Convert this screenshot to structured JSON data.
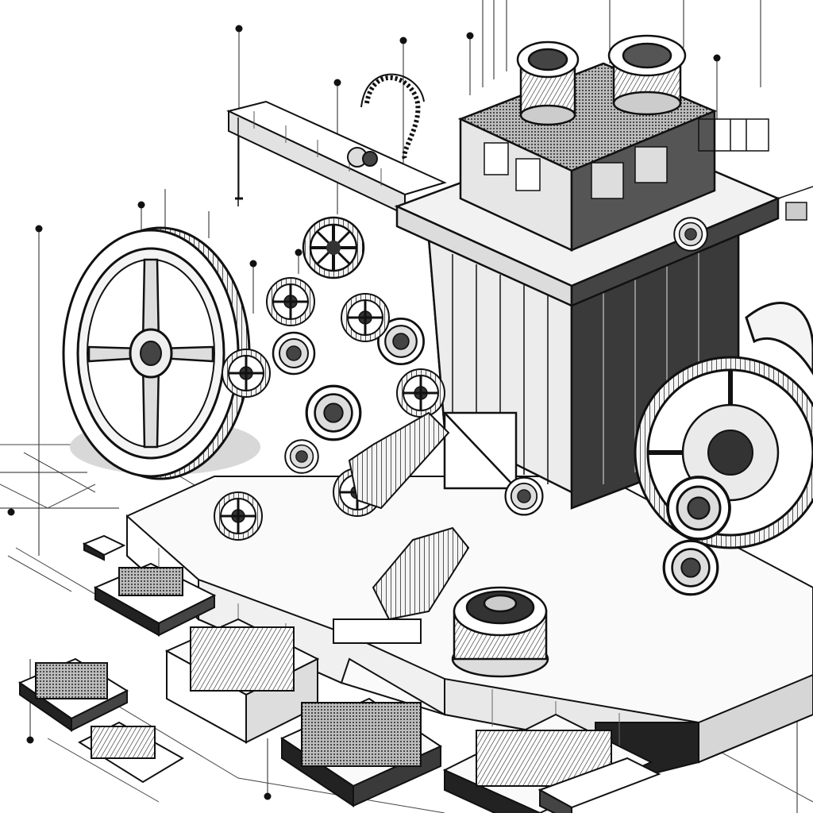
{
  "illustration": {
    "subject": "isometric-industrial-machine",
    "style": "monochrome-line-drawing",
    "colors": {
      "background": "#ffffff",
      "ink": "#111111",
      "shade": "#3a3a3a",
      "light_shade": "#bdbdbd",
      "paper": "#f4f4f4"
    },
    "components": [
      "large-flywheel",
      "upper-gear-wheel",
      "small-gear-wheel",
      "central-tower-block",
      "tower-top-deck",
      "cylinder-housings",
      "overhead-conveyor-rail",
      "chain-drive",
      "right-large-gear",
      "motor-cylinders",
      "inclined-conveyor-belt",
      "front-dome-turbine",
      "stepped-base-platform",
      "auxiliary-module-units",
      "guide-leader-lines"
    ]
  }
}
